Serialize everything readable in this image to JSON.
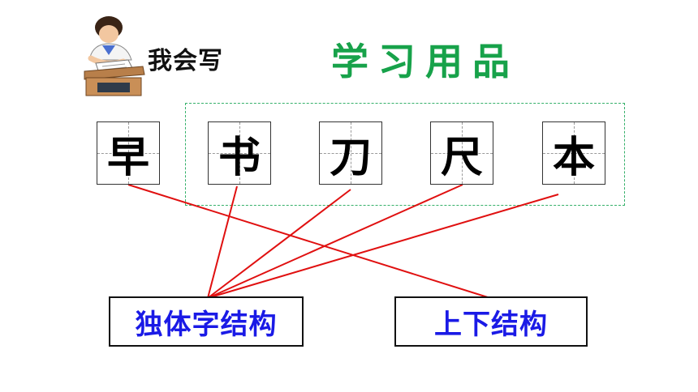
{
  "header": {
    "section_label": "我会写",
    "lesson_title": "学习用品",
    "icon": "student-writing-icon"
  },
  "characters": [
    {
      "id": "zao",
      "glyph": "早"
    },
    {
      "id": "shu",
      "glyph": "书"
    },
    {
      "id": "dao",
      "glyph": "刀"
    },
    {
      "id": "chi",
      "glyph": "尺"
    },
    {
      "id": "ben",
      "glyph": "本"
    }
  ],
  "categories": {
    "independent": "独体字结构",
    "top_bottom": "上下结构"
  },
  "matches": [
    {
      "char": "早",
      "category": "上下结构"
    },
    {
      "char": "书",
      "category": "独体字结构"
    },
    {
      "char": "刀",
      "category": "独体字结构"
    },
    {
      "char": "尺",
      "category": "独体字结构"
    },
    {
      "char": "本",
      "category": "独体字结构"
    }
  ],
  "colors": {
    "title": "#17a24a",
    "category_text": "#1a1ae6",
    "line": "#e01010",
    "dashed_border": "#35b06a"
  }
}
